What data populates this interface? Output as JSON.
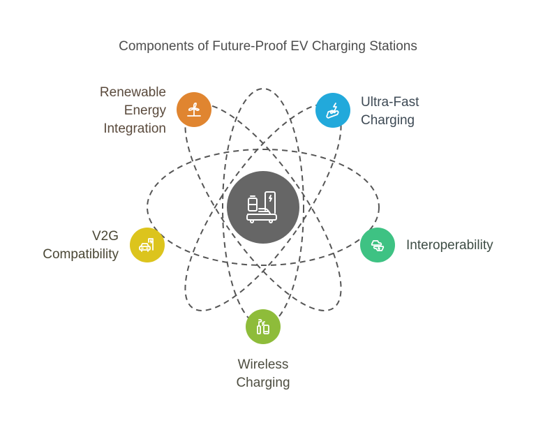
{
  "title": "Components of Future-Proof EV Charging Stations",
  "center": {
    "icon": "ev-charging-station-icon",
    "color": "#666666"
  },
  "nodes": [
    {
      "id": "renewable",
      "label_lines": [
        "Renewable",
        "Energy",
        "Integration"
      ],
      "icon": "wind-turbine-icon",
      "color": "#E08530",
      "text_color": "#5A4A3C"
    },
    {
      "id": "ultrafast",
      "label_lines": [
        "Ultra-Fast",
        "Charging"
      ],
      "icon": "fast-charging-car-icon",
      "color": "#22A9DB",
      "text_color": "#3E4A55"
    },
    {
      "id": "v2g",
      "label_lines": [
        "V2G",
        "Compatibility"
      ],
      "icon": "vehicle-to-grid-icon",
      "color": "#DCC41D",
      "text_color": "#4A4735"
    },
    {
      "id": "interop",
      "label_lines": [
        "Interoperability"
      ],
      "icon": "interoperable-vehicles-icon",
      "color": "#3EC283",
      "text_color": "#3E4D45"
    },
    {
      "id": "wireless",
      "label_lines": [
        "Wireless",
        "Charging"
      ],
      "icon": "wireless-charging-icon",
      "color": "#8EBC3A",
      "text_color": "#4D4D40"
    }
  ],
  "orbit_color": "#555555"
}
